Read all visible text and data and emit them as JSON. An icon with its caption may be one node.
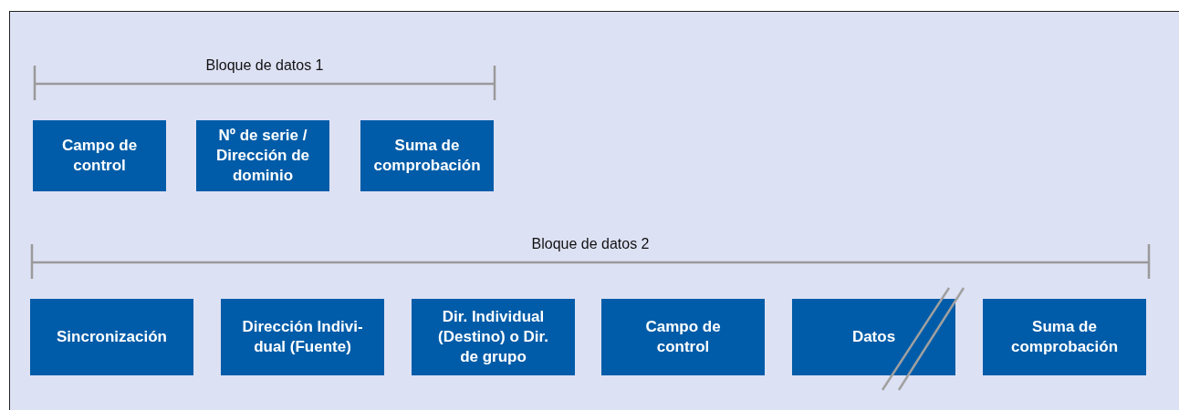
{
  "diagram": {
    "nodes": [
      {
        "text": [
          "Campo de control"
        ]
      },
      {
        "text": [
          "Nº de serie / Dirección de dominio"
        ]
      },
      {
        "text": [
          "Suma de comprobación"
        ]
      },
      {
        "text": [
          "Sincronización"
        ]
      },
      {
        "text": [
          "Dirección Indivi- dual (Fuente)"
        ]
      },
      {
        "text": [
          "Dir. Individual (Destino) o Dir. de grupo"
        ]
      },
      {
        "text": [
          "Campo de control"
        ]
      },
      {
        "text": [
          "Datos"
        ]
      },
      {
        "text": [
          "Suma de comprobación"
        ]
      }
    ],
    "labels": [
      "Bloque de datos 1",
      "Bloque de datos 2"
    ]
  }
}
